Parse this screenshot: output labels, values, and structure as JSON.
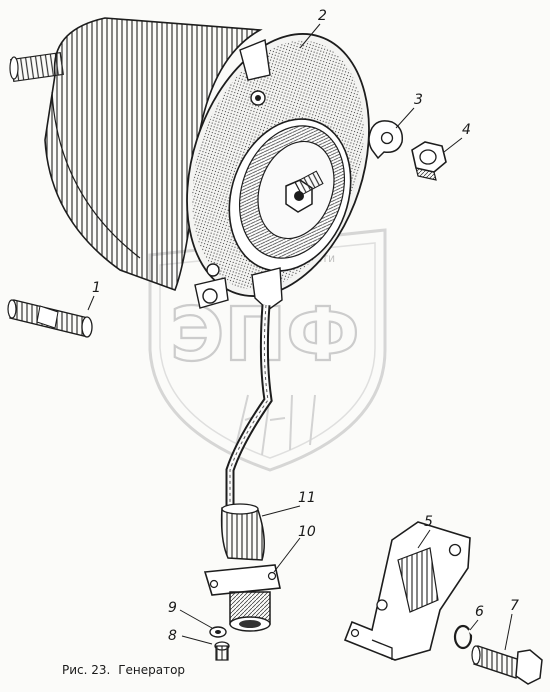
{
  "figure": {
    "caption_number": "Рис. 23.",
    "caption_title": "Генератор"
  },
  "callouts": [
    {
      "id": "1",
      "label": "1"
    },
    {
      "id": "2",
      "label": "2"
    },
    {
      "id": "3",
      "label": "3"
    },
    {
      "id": "4",
      "label": "4"
    },
    {
      "id": "5",
      "label": "5"
    },
    {
      "id": "6",
      "label": "6"
    },
    {
      "id": "7",
      "label": "7"
    },
    {
      "id": "8",
      "label": "8"
    },
    {
      "id": "9",
      "label": "9"
    },
    {
      "id": "10",
      "label": "10"
    },
    {
      "id": "11",
      "label": "11"
    }
  ],
  "watermark": {
    "top_text": "ЗАПЧАСТИ",
    "big_text": "ЭПФ"
  }
}
